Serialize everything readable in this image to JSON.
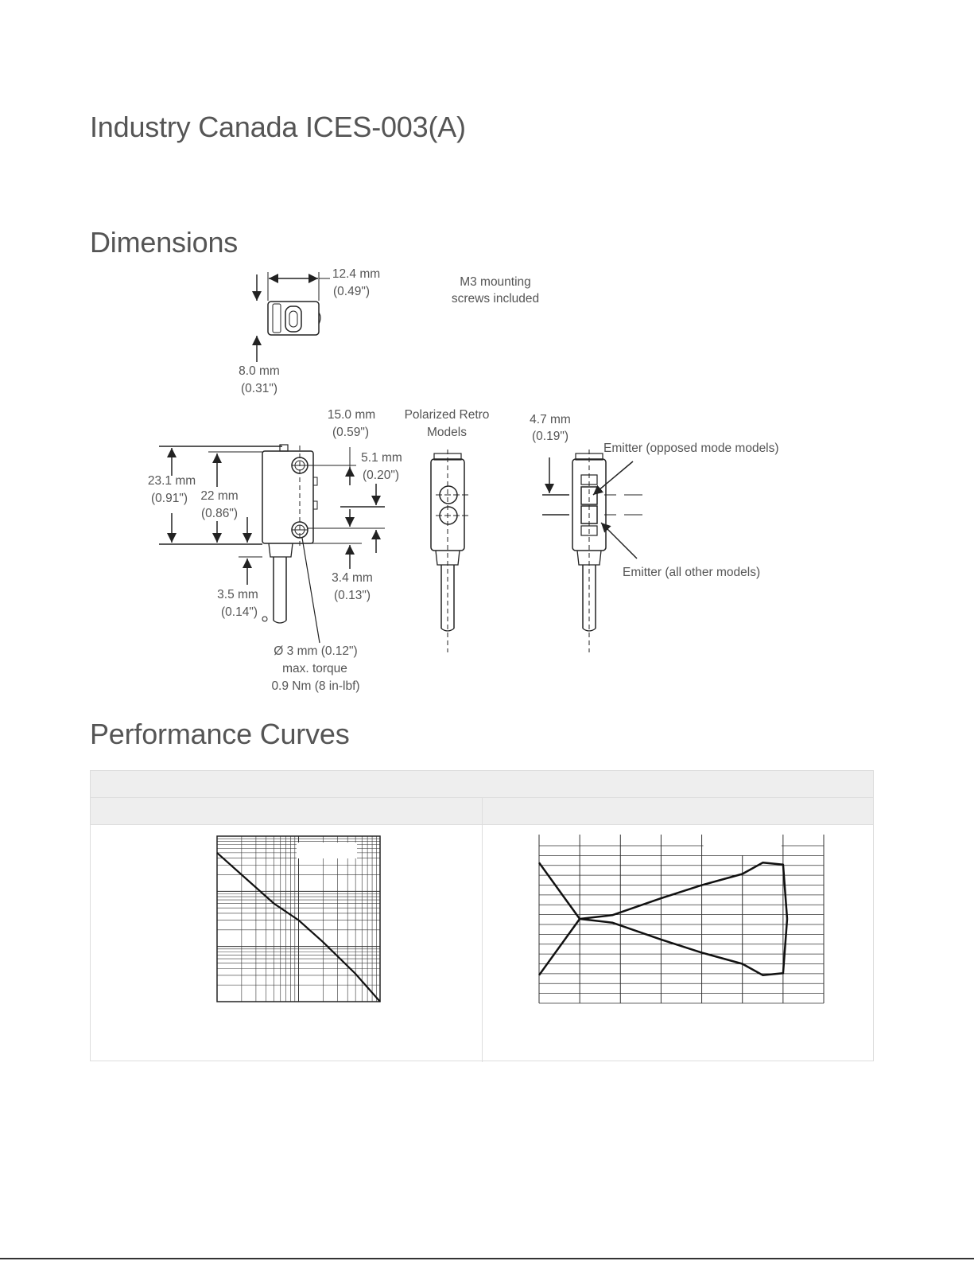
{
  "sections": {
    "ices_title": "Industry Canada ICES-003(A)",
    "dimensions_title": "Dimensions",
    "performance_title": "Performance Curves"
  },
  "dimensions": {
    "end_view": {
      "width_mm": "12.4 mm",
      "width_in": "(0.49\")",
      "height_mm": "8.0 mm",
      "height_in": "(0.31\")"
    },
    "mounting_note_line1": "M3 mounting",
    "mounting_note_line2": "screws included",
    "side_view": {
      "overall_mm": "23.1 mm",
      "overall_in": "(0.91\")",
      "body_mm": "22 mm",
      "body_in": "(0.86\")",
      "hole_spacing_mm": "15.0 mm",
      "hole_spacing_in": "(0.59\")",
      "lens_offset_mm": "5.1 mm",
      "lens_offset_in": "(0.20\")",
      "bottom_hole_mm": "3.4 mm",
      "bottom_hole_in": "(0.13\")",
      "base_mm": "3.5 mm",
      "base_in": "(0.14\")",
      "hole_note_line1": "Ø 3 mm (0.12\")",
      "hole_note_line2": "max. torque",
      "hole_note_line3": "0.9 Nm (8 in-lbf)"
    },
    "polarized_label_line1": "Polarized Retro",
    "polarized_label_line2": "Models",
    "front_view": {
      "spacing_mm": "4.7 mm",
      "spacing_in": "(0.19\")",
      "emitter_opposed": "Emitter (opposed mode models)",
      "emitter_other": "Emitter (all other models)"
    }
  },
  "performance_table": {
    "title": "",
    "col1_header": "",
    "col2_header": ""
  },
  "chart_data": [
    {
      "type": "line",
      "title": "",
      "xlabel": "",
      "ylabel": "",
      "xscale": "log",
      "yscale": "log",
      "grid": true,
      "series": [
        {
          "x": [
            0.1,
            0.2,
            0.5,
            1,
            2,
            5,
            10
          ],
          "y": [
            500,
            200,
            60,
            30,
            12,
            3.2,
            1
          ]
        }
      ]
    },
    {
      "type": "line",
      "title": "",
      "xlabel": "",
      "ylabel": "",
      "grid": true,
      "series": [
        {
          "x": [
            0,
            1,
            1.8,
            3,
            4,
            5,
            5.5,
            6,
            6.1
          ],
          "y": [
            -3.0,
            0,
            0.2,
            1.1,
            1.8,
            2.4,
            3.0,
            2.9,
            0
          ]
        },
        {
          "x": [
            0,
            1,
            1.8,
            3,
            4,
            5,
            5.5,
            6,
            6.1
          ],
          "y": [
            3.0,
            0,
            -0.2,
            -1.1,
            -1.8,
            -2.4,
            -3.0,
            -2.9,
            0
          ]
        }
      ]
    }
  ]
}
